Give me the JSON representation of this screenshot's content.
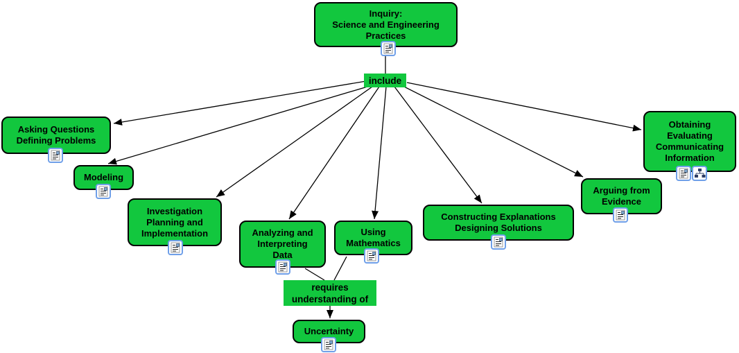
{
  "diagram": {
    "type": "concept-map",
    "background_color": "#ffffff"
  },
  "colors": {
    "concept_fill": "#12c73e",
    "concept_border": "#000000",
    "linking_phrase_fill": "#12c73e",
    "text": "#000000",
    "edge": "#000000",
    "resource_icon_border": "#6f9fe8"
  },
  "icons": {
    "document_resource": "document-resource-icon",
    "cmap_resource": "concept-map-resource-icon"
  },
  "concepts": {
    "inquiry": {
      "label": "Inquiry:\nScience and Engineering\nPractices"
    },
    "asking": {
      "label": "Asking Questions\nDefining Problems"
    },
    "modeling": {
      "label": "Modeling"
    },
    "investigation": {
      "label": "Investigation\nPlanning and\nImplementation"
    },
    "analyzing": {
      "label": "Analyzing and\nInterpreting\nData"
    },
    "using_math": {
      "label": "Using\nMathematics"
    },
    "constructing": {
      "label": "Constructing Explanations\nDesigning Solutions"
    },
    "arguing": {
      "label": "Arguing from\nEvidence"
    },
    "obtaining": {
      "label": "Obtaining\nEvaluating\nCommunicating\nInformation"
    },
    "uncertainty": {
      "label": "Uncertainty"
    }
  },
  "linking_phrases": {
    "include": {
      "label": "include"
    },
    "requires": {
      "label": "requires\nunderstanding of"
    }
  },
  "relations": [
    {
      "from": "Inquiry: Science and Engineering Practices",
      "link": "include",
      "to": [
        "Asking Questions Defining Problems",
        "Modeling",
        "Investigation Planning and Implementation",
        "Analyzing and Interpreting Data",
        "Using Mathematics",
        "Constructing Explanations Designing Solutions",
        "Arguing from Evidence",
        "Obtaining Evaluating Communicating Information"
      ]
    },
    {
      "from": "Analyzing and Interpreting Data; Using Mathematics",
      "link": "requires understanding of",
      "to": [
        "Uncertainty"
      ]
    }
  ]
}
